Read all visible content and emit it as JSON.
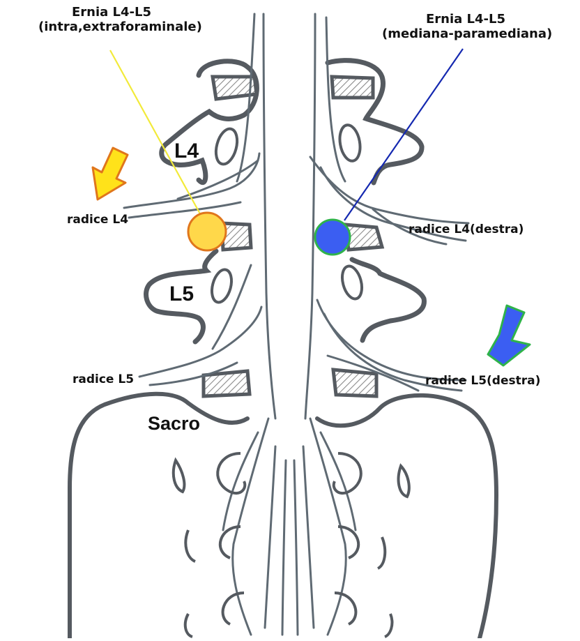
{
  "labels": {
    "left_title_line1": "Ernia L4-L5",
    "left_title_line2": "(intra,extraforaminale)",
    "right_title_line1": "Ernia L4-L5",
    "right_title_line2": "(mediana-paramediana)",
    "l4": "L4",
    "l5": "L5",
    "sacro": "Sacro",
    "left_root_l4": "radice L4",
    "left_root_l5": "radice L5",
    "right_root_l4": "radice L4(destra)",
    "right_root_l5": "radice L5(destra)"
  },
  "colors": {
    "bone_outline": "#555a60",
    "nerve_line": "#5f6a73",
    "hatch_fill": "#8a8a8a",
    "left_hernia_fill": "#ffd84a",
    "left_hernia_stroke": "#e0761c",
    "left_pointer_line": "#f2ea3a",
    "right_hernia_fill": "#3b5ef2",
    "right_hernia_stroke": "#2fb34a",
    "right_pointer_line": "#1428b0",
    "left_arrow_fill": "#ffe21a",
    "left_arrow_stroke": "#e0761c",
    "right_arrow_fill": "#3b5ef2",
    "right_arrow_stroke": "#2fb34a"
  },
  "icons": {
    "left_arrow": "down-left-arrow-icon",
    "right_arrow": "down-left-arrow-icon"
  }
}
